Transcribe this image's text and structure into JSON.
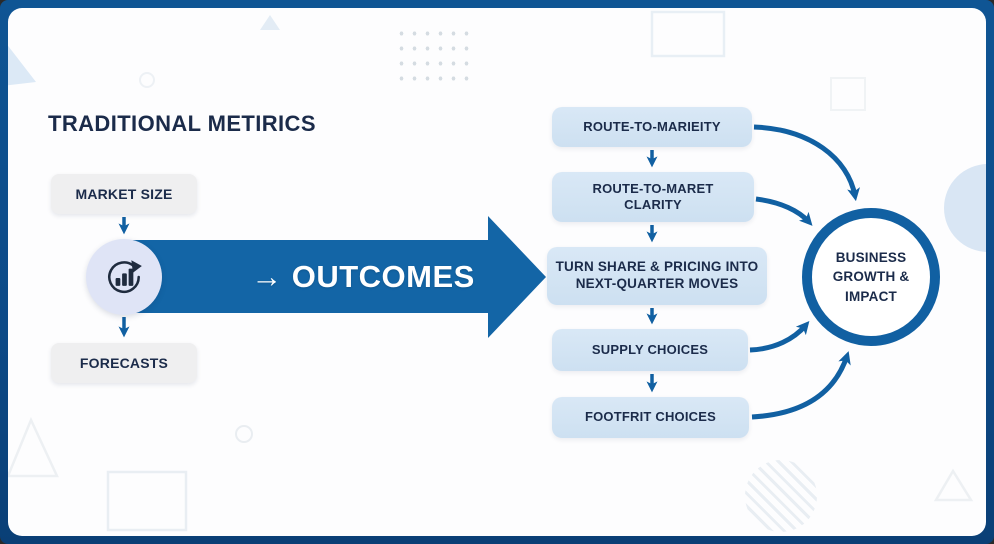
{
  "slide": {
    "title": "TRADITIONAL METIRICS"
  },
  "left_flow": {
    "market_size_label": "MARKET SIZE",
    "forecasts_label": "FORECASTS",
    "icon": "bar-chart-growth-icon"
  },
  "outcomes_arrow": {
    "label": "→ OUTCOMES"
  },
  "right_flow": {
    "boxes": [
      "ROUTE-TO-MARIEITY",
      "ROUTE-TO-MARET CLARITY",
      "TURN SHARE & PRICING INTO NEXT-QUARTER MOVES",
      "SUPPLY CHOICES",
      "FOOTFRIT CHOICES"
    ]
  },
  "goal": {
    "label": "BUSINESS GROWTH & IMPACT"
  },
  "colors": {
    "frame_blue": "#0d4a87",
    "primary_blue": "#1365a6",
    "arrow_blue": "#1160a2",
    "light_blue_box": "#d2e3f3",
    "gray_box": "#efeff0",
    "navy_text": "#1b2b4a",
    "icon_circle_fill": "#dfe4f6",
    "deco_light_blue": "#dce9f6"
  }
}
